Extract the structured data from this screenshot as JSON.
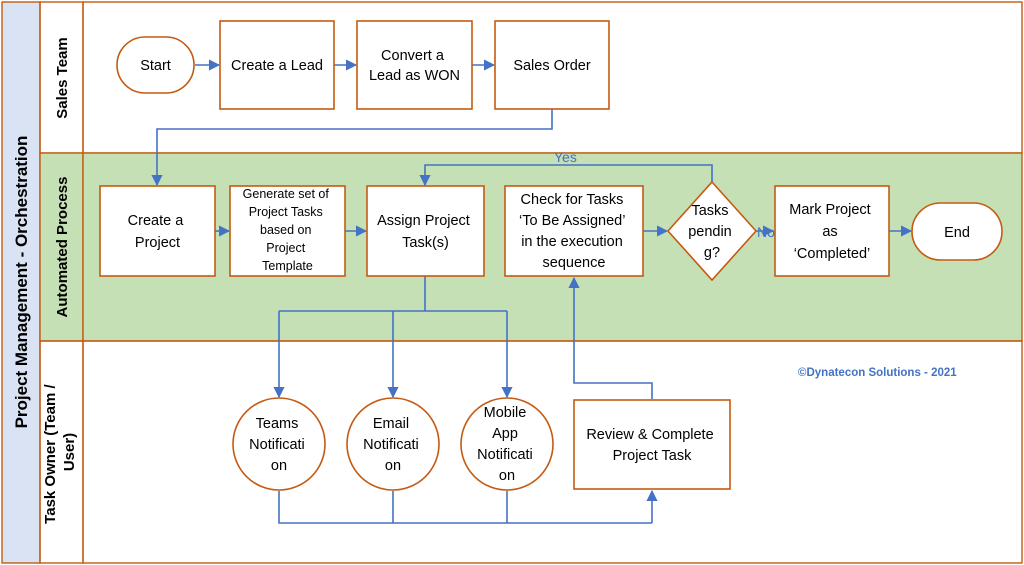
{
  "title": "Project Management - Orchestration",
  "colors": {
    "node_border": "#c55a11",
    "connector": "#4472c4",
    "title_band": "#dae3f3",
    "automated_lane_fill": "#c5e0b4"
  },
  "lanes": {
    "sales": "Sales Team",
    "automated": "Automated Process",
    "owner_line1": "Task Owner (Team /",
    "owner_line2": "User)"
  },
  "nodes": {
    "start": "Start",
    "create_lead": "Create a Lead",
    "convert_lead": [
      "Convert a",
      "Lead as WON"
    ],
    "sales_order": "Sales Order",
    "create_project": [
      "Create a",
      "Project"
    ],
    "generate_tasks": [
      "Generate set of",
      "Project Tasks",
      "based on",
      "Project",
      "Template"
    ],
    "assign_task": [
      "Assign Project",
      "Task(s)"
    ],
    "check_tasks": [
      "Check for Tasks",
      "‘To Be Assigned’",
      "in the execution",
      "sequence"
    ],
    "tasks_pending": [
      "Tasks",
      "pendin",
      "g?"
    ],
    "mark_project": [
      "Mark Project",
      "as",
      "‘Completed’"
    ],
    "end": "End",
    "teams_notification": [
      "Teams",
      "Notificati",
      "on"
    ],
    "email_notification": [
      "Email",
      "Notificati",
      "on"
    ],
    "mobile_notification": [
      "Mobile",
      "App",
      "Notificati",
      "on"
    ],
    "review_task": [
      "Review & Complete",
      "Project Task"
    ]
  },
  "edge_labels": {
    "yes": "Yes",
    "no": "No"
  },
  "copyright": "©Dynatecon Solutions - 2021"
}
